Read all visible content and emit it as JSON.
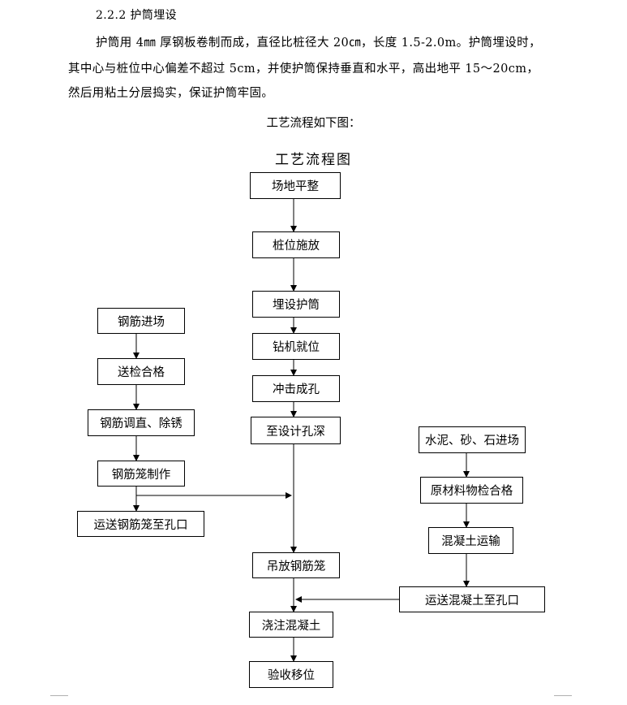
{
  "document": {
    "heading": "2.2.2 护筒埋设",
    "paragraph_lines": [
      "护筒用 4㎜ 厚钢板卷制而成，直径比桩径大 20㎝，长度 1.5-2.0m。护筒埋设时，",
      "其中心与桩位中心偏差不超过 5cm，并使护筒保持垂直和水平，高出地平 15～20cm，",
      "然后用粘土分层捣实，保证护筒牢固。"
    ],
    "caption": "工艺流程如下图："
  },
  "flowchart": {
    "title": "工艺流程图",
    "main_steps": [
      "场地平整",
      "桩位施放",
      "埋设护筒",
      "钻机就位",
      "冲击成孔",
      "至设计孔深",
      "吊放钢筋笼",
      "浇注混凝土",
      "验收移位"
    ],
    "rebar_steps": [
      "钢筋进场",
      "送检合格",
      "钢筋调直、除锈",
      "钢筋笼制作",
      "运送钢筋笼至孔口"
    ],
    "concrete_steps": [
      "水泥、砂、石进场",
      "原材料物检合格",
      "混凝土运输",
      "运送混凝土至孔口"
    ]
  }
}
